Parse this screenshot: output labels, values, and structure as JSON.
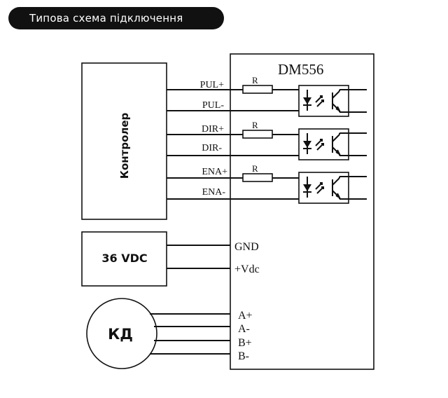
{
  "header": {
    "title": "Типова схема підключення"
  },
  "driver": {
    "model": "DM556"
  },
  "controller": {
    "label": "Контролер"
  },
  "power": {
    "label": "36 VDC"
  },
  "motor": {
    "label": "КД"
  },
  "resistor_label": "R",
  "signals": [
    "PUL+",
    "PUL-",
    "DIR+",
    "DIR-",
    "ENA+",
    "ENA-"
  ],
  "power_pins": [
    "GND",
    "+Vdc"
  ],
  "motor_pins": [
    "A+",
    "A-",
    "B+",
    "B-"
  ]
}
